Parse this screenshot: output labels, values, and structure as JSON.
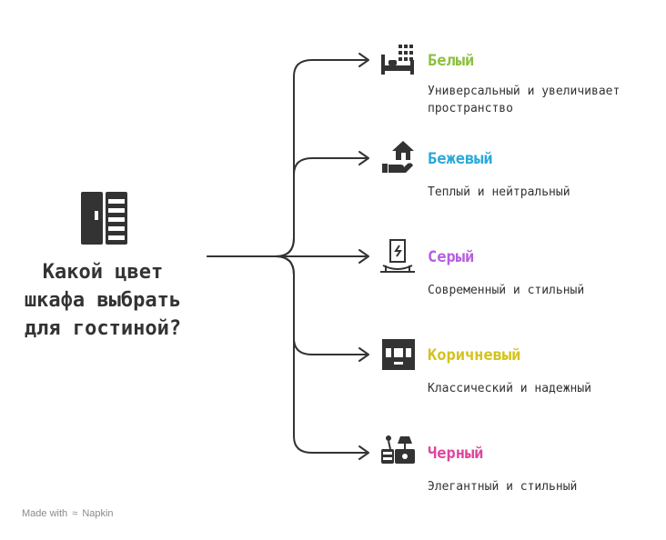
{
  "question": "Какой цвет шкафа выбрать для гостиной?",
  "options": [
    {
      "title": "Белый",
      "description": "Универсальный и увеличивает пространство",
      "color": "#8cbf3f",
      "icon": "bed-icon"
    },
    {
      "title": "Бежевый",
      "description": "Теплый и нейтральный",
      "color": "#2aa8d8",
      "icon": "house-hand-icon"
    },
    {
      "title": "Серый",
      "description": "Современный и стильный",
      "color": "#b55fe0",
      "icon": "wardrobe-icon"
    },
    {
      "title": "Коричневый",
      "description": "Классический и надежный",
      "color": "#d4c21a",
      "icon": "cabinet-icon"
    },
    {
      "title": "Черный",
      "description": "Элегантный и стильный",
      "color": "#e0449c",
      "icon": "furniture-set-icon"
    }
  ],
  "colors": {
    "lines": "#333333",
    "icons": "#333333",
    "text": "#333333"
  },
  "footer": {
    "prefix": "Made with",
    "brand": "Napkin"
  }
}
